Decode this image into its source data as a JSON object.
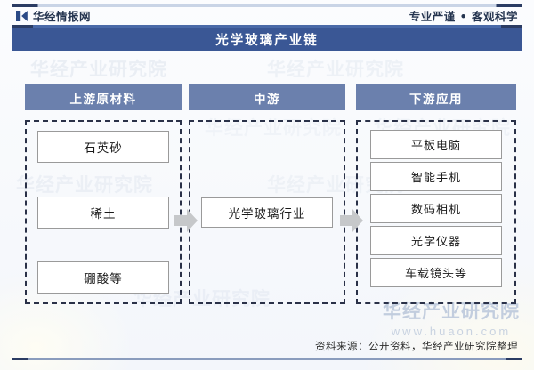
{
  "header": {
    "logo_icon": "bowtie-logo-icon",
    "brand": "华经情报网",
    "tagline": "专业严谨 • 客观科学"
  },
  "title": "光学玻璃产业链",
  "colors": {
    "title_bar": "#3a5795",
    "column_header": "#6b80ad",
    "dashed_border": "#2a3148",
    "node_border": "#9a9a9a",
    "arrow": "#c6c8ca"
  },
  "chart_data": {
    "type": "diagram",
    "title": "光学玻璃产业链",
    "columns": [
      {
        "header": "上游原材料",
        "nodes": [
          "石英砂",
          "稀土",
          "硼酸等"
        ]
      },
      {
        "header": "中游",
        "nodes": [
          "光学玻璃行业"
        ]
      },
      {
        "header": "下游应用",
        "nodes": [
          "平板电脑",
          "智能手机",
          "数码相机",
          "光学仪器",
          "车载镜头等"
        ]
      }
    ],
    "connectors": [
      {
        "from": "上游原材料",
        "to": "中游",
        "icon": "right-arrow-icon"
      },
      {
        "from": "中游",
        "to": "下游应用",
        "icon": "right-arrow-icon"
      }
    ]
  },
  "footer": {
    "source": "资料来源：公开资料，华经产业研究院整理"
  },
  "watermark": {
    "text": "华经产业研究院",
    "url": "www.huaon.com"
  }
}
